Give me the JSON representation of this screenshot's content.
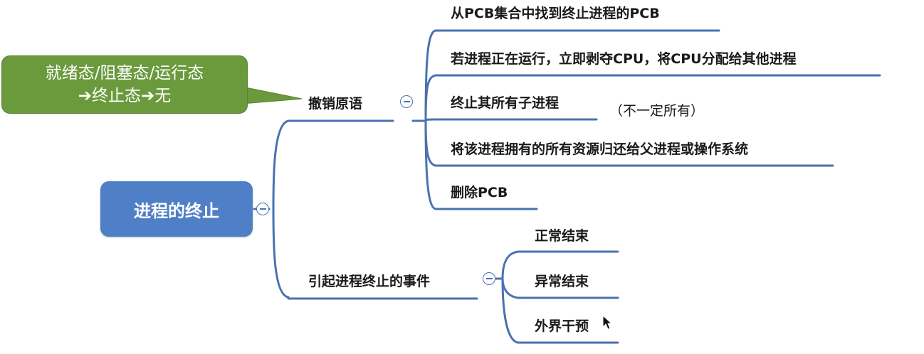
{
  "root": {
    "label": "进程的终止"
  },
  "callout": {
    "line1": "就绪态/阻塞态/运行态",
    "line2": "➔终止态➔无"
  },
  "branches": {
    "revoke": {
      "label": "撤销原语",
      "children": [
        "从PCB集合中找到终止进程的PCB",
        "若进程正在运行，立即剥夺CPU，将CPU分配给其他进程",
        "终止其所有子进程",
        "将该进程拥有的所有资源归还给父进程或操作系统",
        "删除PCB"
      ],
      "note": "（不一定所有）"
    },
    "events": {
      "label": "引起进程终止的事件",
      "children": [
        "正常结束",
        "异常结束",
        "外界干预"
      ]
    }
  },
  "colors": {
    "line": "#4a72b0",
    "root_fill": "#4f7fc6",
    "callout_fill": "#6a9a3c"
  }
}
